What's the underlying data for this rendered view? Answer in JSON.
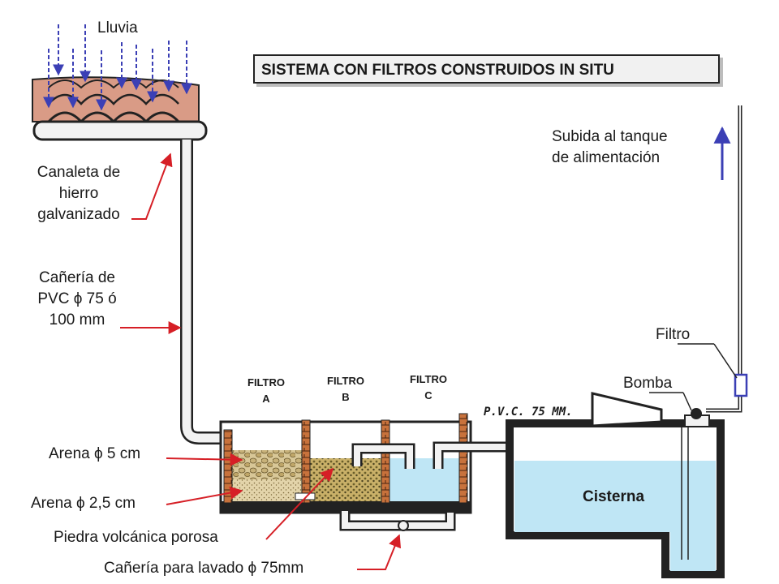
{
  "title": "SISTEMA CON FILTROS CONSTRUIDOS IN SITU",
  "labels": {
    "lluvia": "Lluvia",
    "canaleta": [
      "Canaleta de",
      "hierro",
      "galvanizado"
    ],
    "caneria": [
      "Cañería de",
      "PVC",
      "75 ó",
      "100 mm"
    ],
    "arena5": [
      "Arena",
      "5 cm"
    ],
    "arena25": [
      "Arena",
      "2,5 cm"
    ],
    "piedra": "Piedra volcánica porosa",
    "lavado": [
      "Cañería para lavado",
      "75mm"
    ],
    "subida": [
      "Subida al tanque",
      "de alimentación"
    ],
    "filtro": "Filtro",
    "bomba": "Bomba",
    "cisterna": "Cisterna",
    "pvc_note": "P.V.C. 75 MM.",
    "diameter_symbol": "ϕ"
  },
  "filters": [
    {
      "line1": "FILTRO",
      "line2": "A"
    },
    {
      "line1": "FILTRO",
      "line2": "B"
    },
    {
      "line1": "FILTRO",
      "line2": "C"
    }
  ],
  "colors": {
    "rain_arrow": "#3b3fb5",
    "pointer_arrow": "#d61f26",
    "roof_tile": "#d99b86",
    "water": "#bfe6f5",
    "sand": "#d8c797",
    "gravel": "#c9b068",
    "brick": "#b65a2a",
    "pipe": "#f2f2f2"
  }
}
